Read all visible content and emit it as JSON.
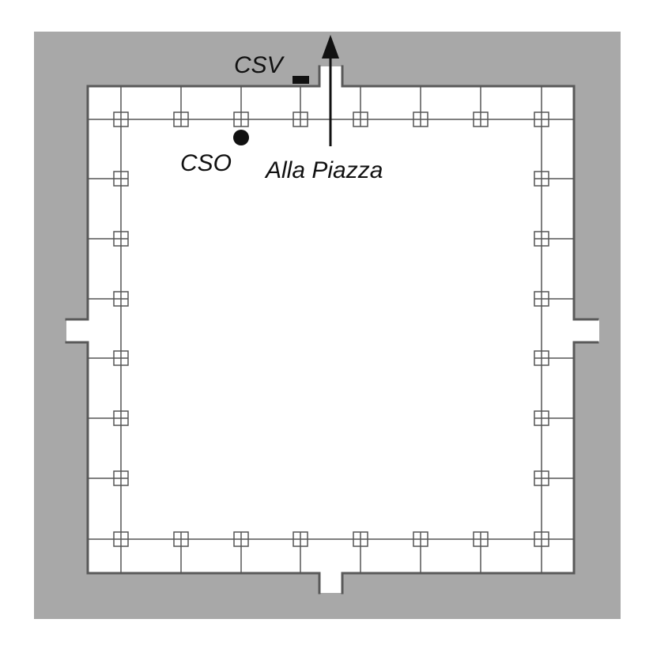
{
  "labels": {
    "csv": "CSV",
    "cso": "CSO",
    "alla_piazza": "Alla Piazza"
  },
  "colors": {
    "background": "#ffffff",
    "surround": "#a8a8a8",
    "interior": "#ffffff",
    "wall": "#595959",
    "pipe": "#555555",
    "sprinkler": "#555555",
    "marker": "#111111"
  },
  "icons": {
    "sprinkler": "square-sprinkler-head-icon",
    "cso": "filled-circle-icon",
    "csv": "filled-rectangle-icon",
    "flow": "arrow-up-icon"
  },
  "sprinklers": {
    "top_row": 8,
    "bottom_row": 8,
    "left_column": 6,
    "right_column": 6
  }
}
